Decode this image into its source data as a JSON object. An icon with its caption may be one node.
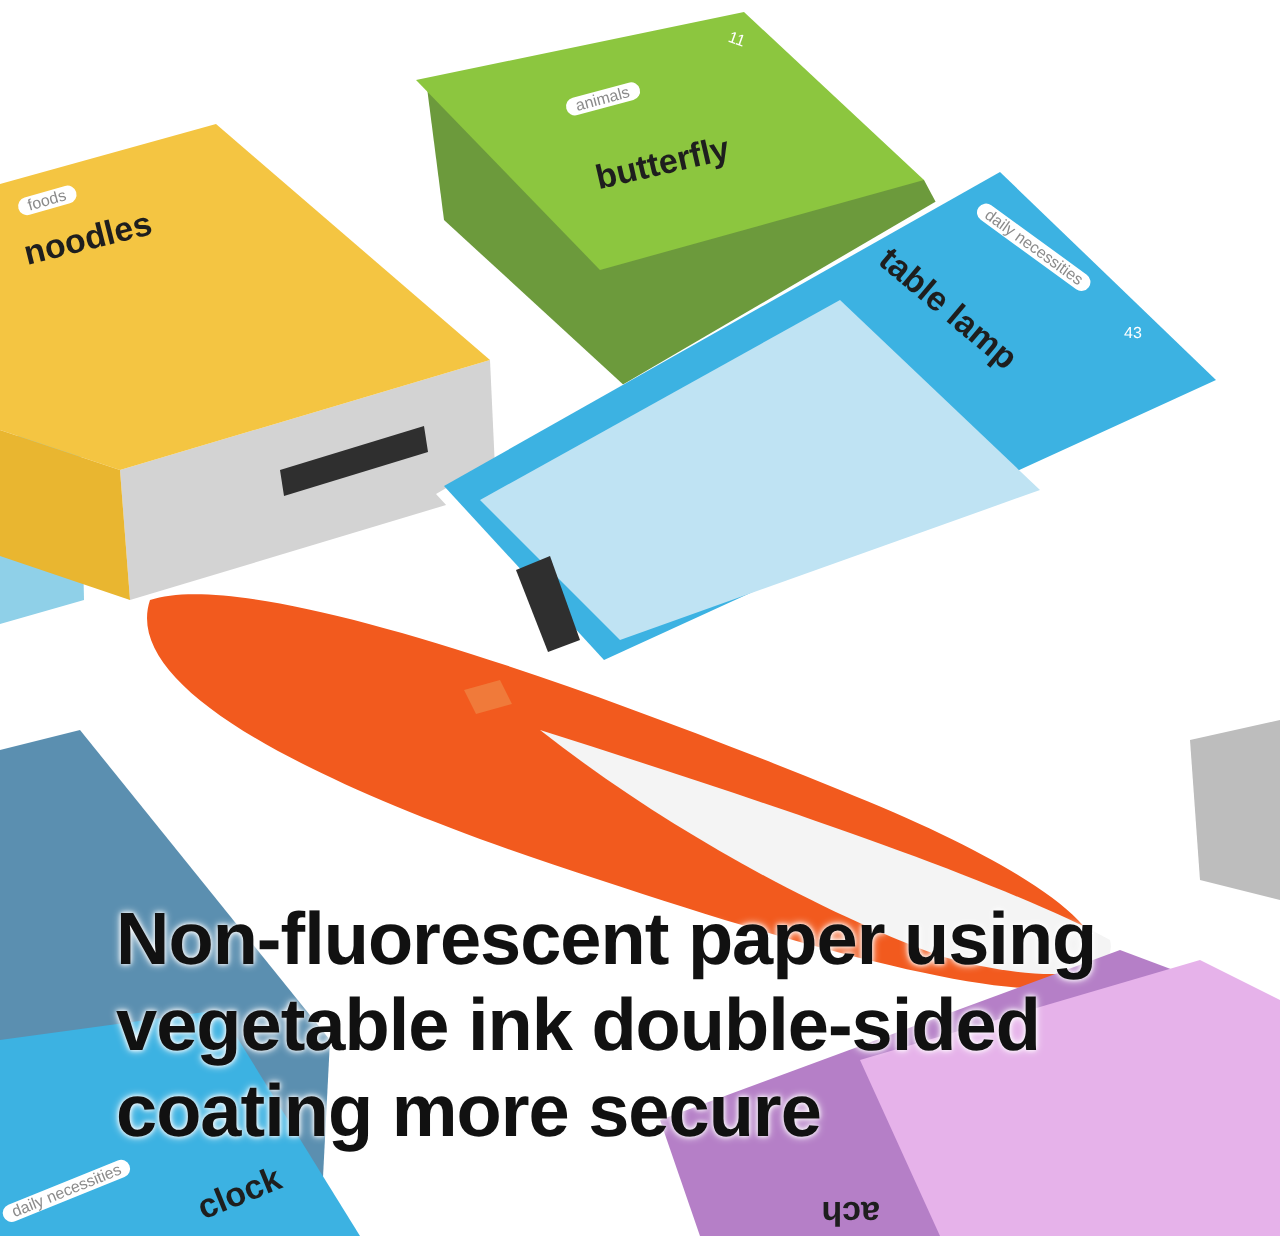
{
  "diagram": {
    "title": "Non-fluorescent paper using vegetable ink double-sided coating more secure",
    "labels": [
      "foods",
      "noodles",
      "11",
      "animals",
      "butterfly",
      "daily necessities",
      "table lamp",
      "43",
      "daily necessities",
      "clock",
      "ach"
    ]
  }
}
